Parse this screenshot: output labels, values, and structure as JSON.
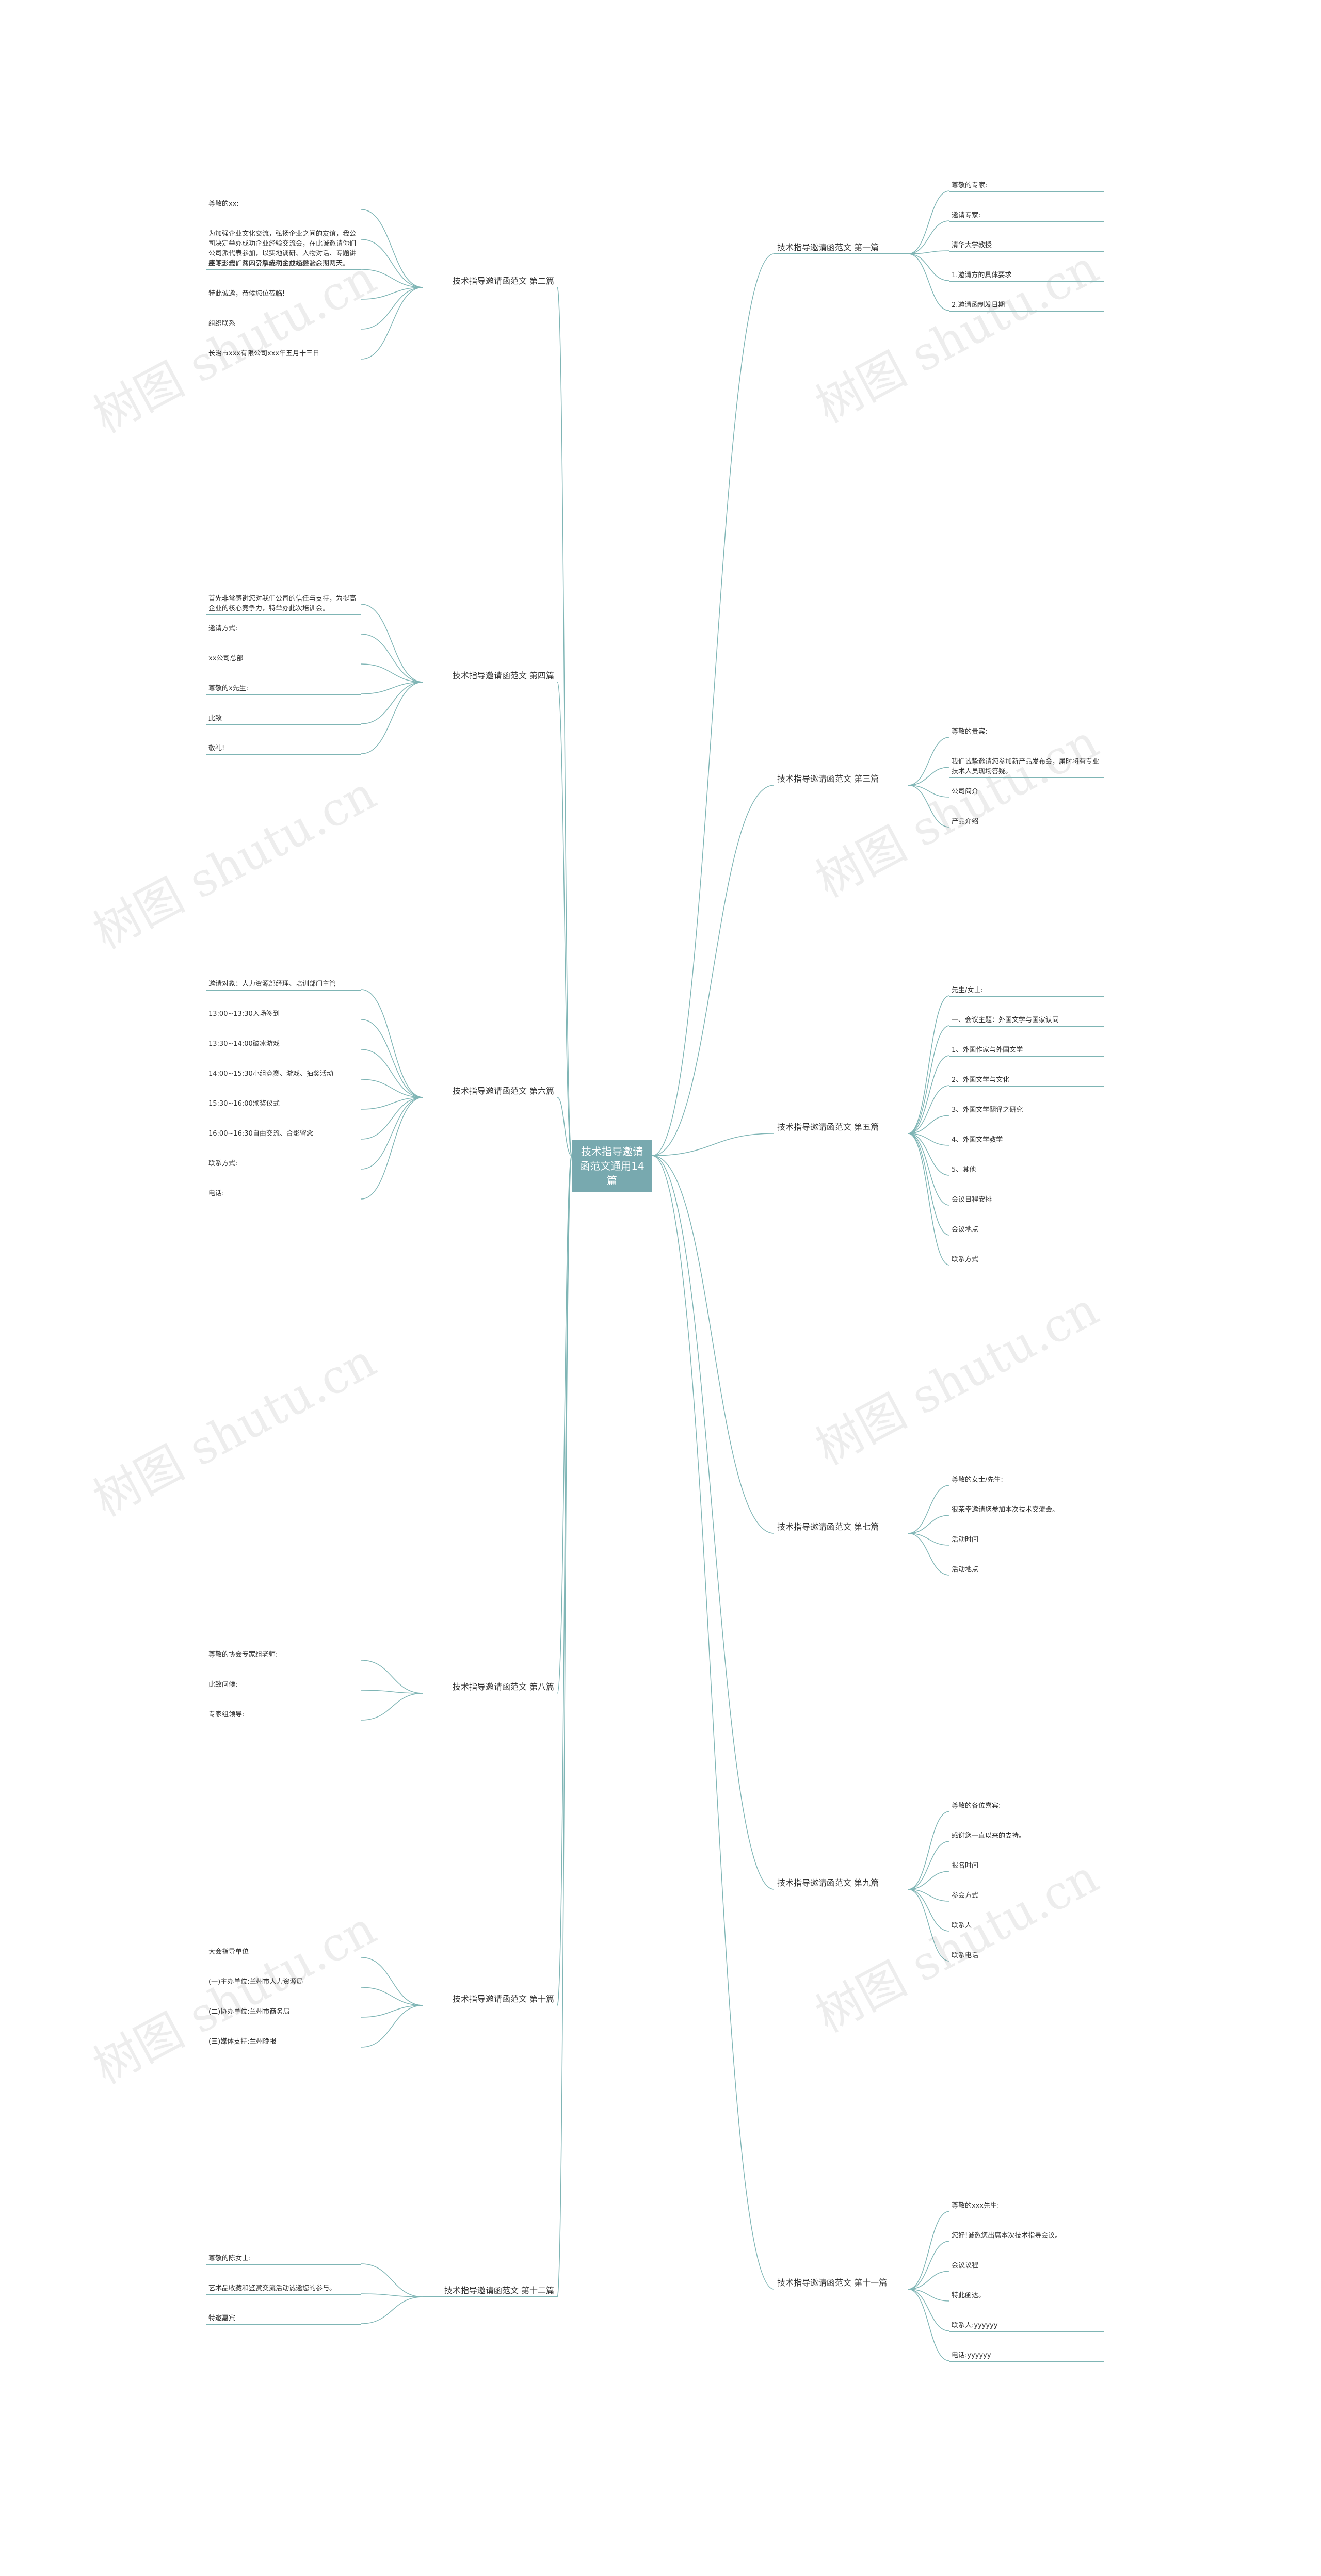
{
  "root": "技术指导邀请函范文通用14篇",
  "watermark": "树图 shutu.cn",
  "colors": {
    "line": "#7fb5b5",
    "root_bg": "#78a9af"
  },
  "branches": [
    {
      "title": "技术指导邀请函范文 第二篇",
      "leaves": [
        "尊敬的xx:",
        "为加强企业文化交流，弘扬企业之间的友谊，我公司决定举办成功企业经验交流会，在此诚邀请你们公司派代表参加，以实地调研、人物对话、专题讲座等形式，深入了解成功企业经验，会期两天。",
        "来吧，我们共同分享我们的成功经验。",
        "特此诚邀，恭候您位莅临!",
        "组织联系",
        "长治市xxx有限公司xxx年五月十三日"
      ]
    },
    {
      "title": "技术指导邀请函范文 第四篇",
      "leaves": [
        "首先非常感谢您对我们公司的信任与支持，为提高企业的核心竞争力，特举办此次培训会。",
        "邀请方式:",
        "xx公司总部",
        "尊敬的x先生:",
        "此致",
        "敬礼!"
      ]
    },
    {
      "title": "技术指导邀请函范文 第六篇",
      "leaves": [
        "邀请对象：人力资源部经理、培训部门主管",
        "13:00~13:30入场签到",
        "13:30~14:00破冰游戏",
        "14:00~15:30小组竞赛、游戏、抽奖活动",
        "15:30~16:00颁奖仪式",
        "16:00~16:30自由交流、合影留念",
        "联系方式:",
        "电话:"
      ]
    },
    {
      "title": "技术指导邀请函范文 第八篇",
      "leaves": [
        "尊敬的协会专家组老师:",
        "此致问候:",
        "专家组领导:"
      ]
    },
    {
      "title": "技术指导邀请函范文 第十篇",
      "leaves": [
        "大会指导单位",
        "(一)主办单位:兰州市人力资源局",
        "(二)协办单位:兰州市商务局",
        "(三)媒体支持:兰州晚报"
      ]
    },
    {
      "title": "技术指导邀请函范文 第十二篇",
      "leaves": [
        "尊敬的陈女士:",
        "艺术品收藏和鉴赏交流活动诚邀您的参与。",
        "特邀嘉宾"
      ]
    },
    {
      "title": "技术指导邀请函范文 第一篇",
      "leaves": [
        "尊敬的专家:",
        "邀请专家:",
        "清华大学教授",
        "1.邀请方的具体要求",
        "2.邀请函制发日期"
      ]
    },
    {
      "title": "技术指导邀请函范文 第三篇",
      "leaves": [
        "尊敬的贵宾:",
        "我们诚挚邀请您参加新产品发布会，届时将有专业技术人员现场答疑。",
        "公司简介",
        "产品介绍"
      ]
    },
    {
      "title": "技术指导邀请函范文 第五篇",
      "leaves": [
        "先生/女士:",
        "一、会议主题：外国文学与国家认同",
        "1、外国作家与外国文学",
        "2、外国文学与文化",
        "3、外国文学翻译之研究",
        "4、外国文学教学",
        "5、其他",
        "会议日程安排",
        "会议地点",
        "联系方式"
      ]
    },
    {
      "title": "技术指导邀请函范文 第七篇",
      "leaves": [
        "尊敬的女士/先生:",
        "很荣幸邀请您参加本次技术交流会。",
        "活动时间",
        "活动地点"
      ]
    },
    {
      "title": "技术指导邀请函范文 第九篇",
      "leaves": [
        "尊敬的各位嘉宾:",
        "感谢您一直以来的支持。",
        "报名时间",
        "参会方式",
        "联系人",
        "联系电话"
      ]
    },
    {
      "title": "技术指导邀请函范文 第十一篇",
      "leaves": [
        "尊敬的xxx先生:",
        "您好!诚邀您出席本次技术指导会议。",
        "会议议程",
        "特此函达。",
        "联系人:yyyyyy",
        "电话:yyyyyy"
      ]
    }
  ]
}
